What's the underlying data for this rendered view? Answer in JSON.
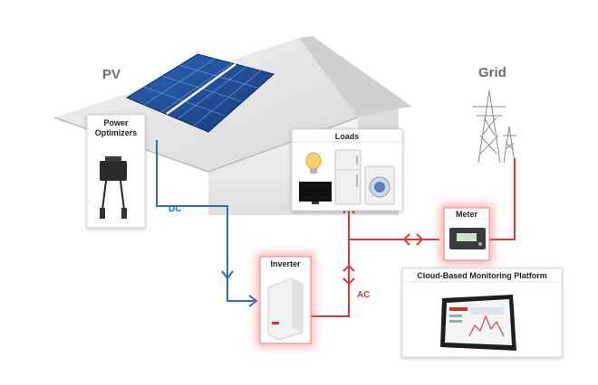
{
  "labels": {
    "pv": "PV",
    "grid": "Grid",
    "power_optimizers": "Power\nOptimizers",
    "loads": "Loads",
    "meter": "Meter",
    "inverter": "Inverter",
    "monitoring": "Cloud-Based Monitoring Platform",
    "dc": "DC",
    "ac": "AC"
  },
  "colors": {
    "dc_line": "#2e6db4",
    "ac_line": "#d63a3a",
    "panel": "#1f4f9c",
    "roof": "#e6e6e6",
    "label_text": "#6e6e6e"
  }
}
